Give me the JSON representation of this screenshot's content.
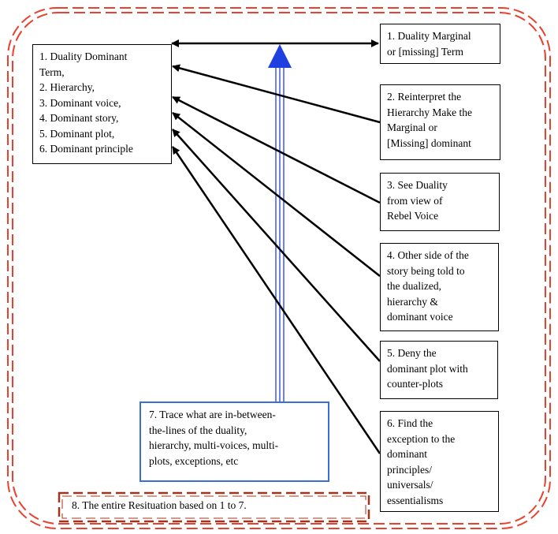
{
  "colors": {
    "outer_dash": "#e8412f",
    "footer_dash": "#a0341e",
    "arrow": "#000000",
    "vertical_arrow": "#1f3fe0",
    "trace_box_border": "#3a6fd8"
  },
  "boxes": {
    "dominant": "1. Duality Dominant\nTerm,\n2. Hierarchy,\n3. Dominant voice,\n4. Dominant story,\n5. Dominant plot,\n6. Dominant principle",
    "marginal": "1. Duality Marginal\nor [missing] Term",
    "reinterpret": "2. Reinterpret the\nHierarchy Make the\nMarginal or\n[Missing] dominant",
    "rebel": "3. See Duality\nfrom view of\nRebel Voice",
    "other_side": "4. Other side of the\nstory being told to\nthe dualized,\nhierarchy &\ndominant voice",
    "deny": "5. Deny the\ndominant plot with\ncounter-plots",
    "exception": "6. Find the\nexception to the\ndominant\nprinciples/\nuniversals/\nessentialisms",
    "trace": "7. Trace what are in-between-\nthe-lines of the duality,\nhierarchy, multi-voices, multi-\nplots, exceptions, etc",
    "resituation": "8. The entire Resituation based on 1 to 7."
  }
}
